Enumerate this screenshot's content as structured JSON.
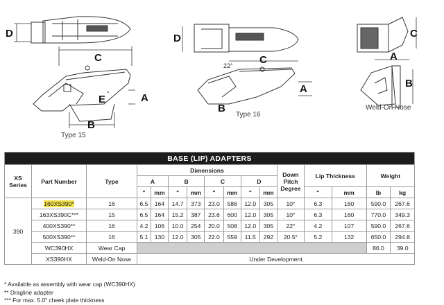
{
  "drawings": {
    "type15_caption": "Type 15",
    "type16_caption": "Type 16",
    "weld_caption": "Weld-On Nose",
    "dim_a": "A",
    "dim_b": "B",
    "dim_c": "C",
    "dim_d": "D",
    "dim_e": "E",
    "angle_1": "22°",
    "angle_2": "°"
  },
  "table": {
    "title": "BASE (LIP) ADAPTERS",
    "headers": {
      "xs_series": "XS Series",
      "part_number": "Part Number",
      "type": "Type",
      "dimensions": "Dimensions",
      "a": "A",
      "b": "B",
      "c": "C",
      "d": "D",
      "down_pitch": "Down Pitch Degree",
      "lip_thickness": "Lip Thickness",
      "weight": "Weight",
      "in": "\"",
      "mm": "mm",
      "lb": "lb",
      "kg": "kg"
    },
    "series": "390",
    "rows": [
      {
        "part": "160XS390*",
        "type": "16",
        "a_in": "6.5",
        "a_mm": "164",
        "b_in": "14.7",
        "b_mm": "373",
        "c_in": "23.0",
        "c_mm": "586",
        "d_in": "12.0",
        "d_mm": "305",
        "pitch": "10°",
        "lip_in": "6.3",
        "lip_mm": "160",
        "lb": "590.0",
        "kg": "267.6"
      },
      {
        "part": "163XS390C***",
        "type": "15",
        "a_in": "6.5",
        "a_mm": "164",
        "b_in": "15.2",
        "b_mm": "387",
        "c_in": "23.6",
        "c_mm": "600",
        "d_in": "12.0",
        "d_mm": "305",
        "pitch": "10°",
        "lip_in": "6.3",
        "lip_mm": "160",
        "lb": "770.0",
        "kg": "349.3"
      },
      {
        "part": "400XS390**",
        "type": "16",
        "a_in": "4.2",
        "a_mm": "106",
        "b_in": "10.0",
        "b_mm": "254",
        "c_in": "20.0",
        "c_mm": "508",
        "d_in": "12.0",
        "d_mm": "305",
        "pitch": "22°",
        "lip_in": "4.2",
        "lip_mm": "107",
        "lb": "590.0",
        "kg": "267.6"
      },
      {
        "part": "500XS390**",
        "type": "16",
        "a_in": "5.1",
        "a_mm": "130",
        "b_in": "12.0",
        "b_mm": "305",
        "c_in": "22.0",
        "c_mm": "559",
        "d_in": "11.5",
        "d_mm": "292",
        "pitch": "20.5°",
        "lip_in": "5.2",
        "lip_mm": "132",
        "lb": "650.0",
        "kg": "294.8"
      }
    ],
    "wear_cap": {
      "part": "WC390HX",
      "type": "Wear Cap",
      "lb": "86.0",
      "kg": "39.0"
    },
    "weld_nose": {
      "part": "XS390HX",
      "type": "Weld-On Nose",
      "note": "Under Development"
    }
  },
  "notes": [
    "* Available as assembly with wear cap (WC390HX)",
    "** Dragline adapter",
    "*** For max. 5.0\" cheek plate thickness"
  ]
}
